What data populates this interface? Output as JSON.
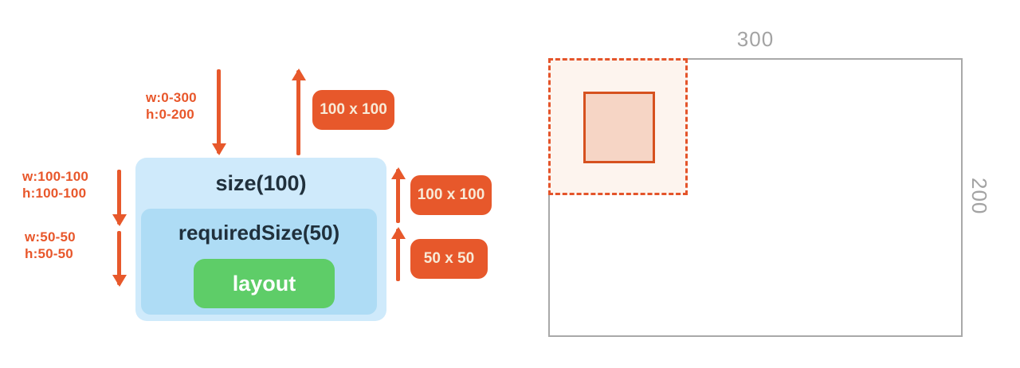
{
  "left_diagram": {
    "outer_box_label": "size(100)",
    "inner_box_label": "requiredSize(50)",
    "layout_label": "layout",
    "constraint_labels": [
      {
        "w": "w:0-300",
        "h": "h:0-200"
      },
      {
        "w": "w:100-100",
        "h": "h:100-100"
      },
      {
        "w": "w:50-50",
        "h": "h:50-50"
      }
    ],
    "size_badges": [
      "100 x 100",
      "100 x 100",
      "50 x 50"
    ]
  },
  "right_diagram": {
    "width_label": "300",
    "height_label": "200"
  },
  "colors": {
    "accent_orange": "#e7582b",
    "badge_text": "#f8ead7",
    "outer_box_blue": "#cfeafb",
    "inner_box_blue": "#aedcf5",
    "layout_green": "#5ecd68",
    "dark_text": "#20303c",
    "measure_gray": "#a3a3a3",
    "parent_border_gray": "#a9a9a9",
    "dashed_region_border": "#e4542a",
    "dashed_region_fill": "#fdf4ee",
    "placed_square_border": "#d6511f",
    "placed_square_fill": "#f6d5c5"
  }
}
